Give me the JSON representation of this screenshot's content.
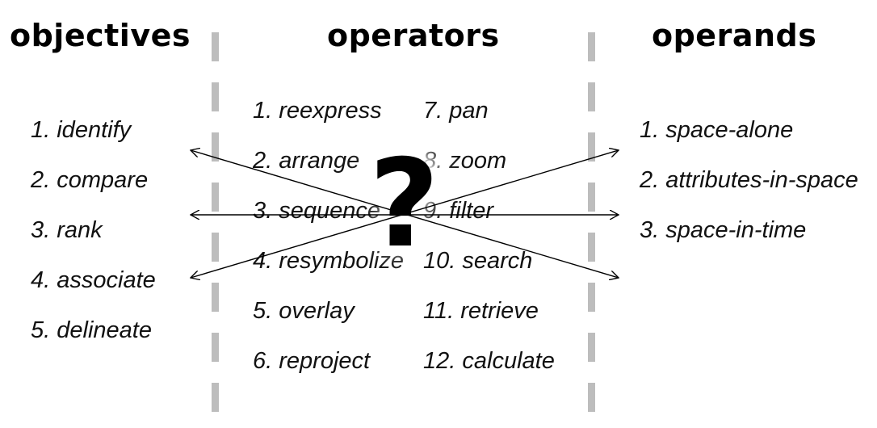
{
  "headings": {
    "objectives": "objectives",
    "operators": "operators",
    "operands": "operands"
  },
  "objectives": [
    "1. identify",
    "2. compare",
    "3. rank",
    "4. associate",
    "5. delineate"
  ],
  "operators": {
    "left": [
      "1. reexpress",
      "2. arrange",
      "3. sequence",
      "4. resymbolize",
      "5. overlay",
      "6. reproject"
    ],
    "right": [
      "7. pan",
      "8. zoom",
      "9. filter",
      "10. search",
      "11. retrieve",
      "12. calculate"
    ]
  },
  "operands": [
    "1. space-alone",
    "2. attributes-in-space",
    "3. space-in-time"
  ],
  "center_symbol": "?"
}
